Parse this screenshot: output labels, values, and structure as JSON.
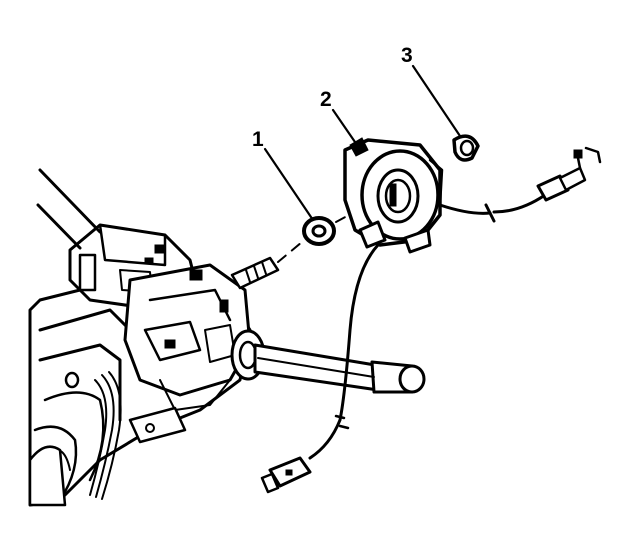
{
  "diagram": {
    "callouts": [
      {
        "id": "1",
        "label": "1"
      },
      {
        "id": "2",
        "label": "2"
      },
      {
        "id": "3",
        "label": "3"
      }
    ],
    "colors": {
      "ink": "#000000",
      "paper": "#ffffff"
    }
  }
}
